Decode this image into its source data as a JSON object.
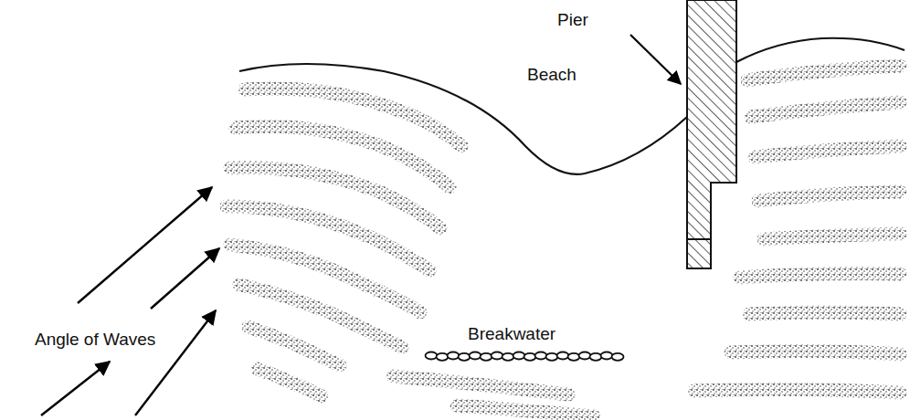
{
  "diagram": {
    "labels": [
      "Pier",
      "Beach",
      "Angle of Waves",
      "Breakwater"
    ]
  }
}
